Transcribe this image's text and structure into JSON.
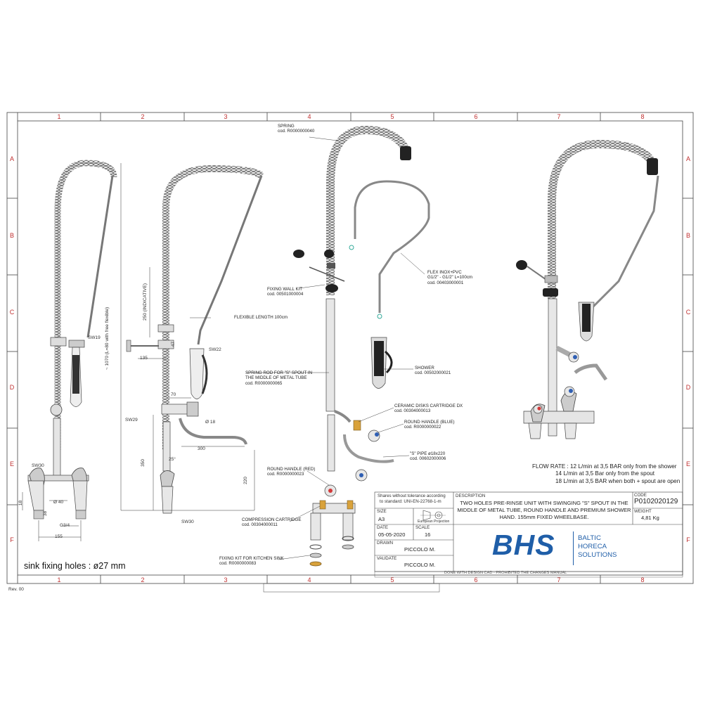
{
  "frame": {
    "columns": [
      "1",
      "2",
      "3",
      "4",
      "5",
      "6",
      "7",
      "8"
    ],
    "rows": [
      "A",
      "B",
      "C",
      "D",
      "E",
      "F"
    ]
  },
  "revision": "Rev. 00",
  "sink_note": "sink fixing holes : ø27 mm",
  "parts": {
    "spring": {
      "name": "SPRING",
      "code": "cod. R0000000040"
    },
    "fixing_wall_kit": {
      "name": "FIXING WALL KIT",
      "code": "cod. 00501000004"
    },
    "flex": {
      "name": "FLEX INOX+PVC",
      "spec": "G1/2\" - G1/2\" L=100cm",
      "code": "cod. 00403000001"
    },
    "spring_rod": {
      "name_1": "SPRING ROD FOR \"S\" SPOUT IN",
      "name_2": "THE MIDDLE OF METAL TUBE",
      "code": "cod. R0000000065"
    },
    "shower": {
      "name": "SHOWER",
      "code": "cod. 00502000021"
    },
    "ceramic": {
      "name": "CERAMIC DISKS CARTRIDGE DX",
      "code": "cod. 00304000013"
    },
    "handle_blue": {
      "name": "ROUND HANDLE (BLUE)",
      "code": "cod. R0000000022"
    },
    "s_pipe": {
      "name": "\"S\" PIPE ø18x220",
      "code": "cod. 00602000006"
    },
    "handle_red": {
      "name": "ROUND HANDLE (RED)",
      "code": "cod. R0000000023"
    },
    "compression": {
      "name": "COMPRESSION CARTRIDGE",
      "code": "cod. 00304000011"
    },
    "sink_kit": {
      "name": "FIXING KIT FOR KITCHEN SINK",
      "code": "cod. R0000000083"
    }
  },
  "dimensions": {
    "sw19": "SW19",
    "sw30_a": "SW30",
    "sw30_b": "SW30",
    "sw22": "SW22",
    "sw29": "SW29",
    "d40": "Ø 40",
    "g34": "G3/4",
    "w155": "155",
    "h18": "18",
    "h38": "38",
    "w135": "135",
    "h47": "47",
    "w70": "70",
    "d18": "Ø 18",
    "w300": "300",
    "h350": "350",
    "h220": "220",
    "a25": "25°",
    "h250": "250 (INDICATIVE)",
    "h1070": "~ 1070 (L=80 with free flexible)",
    "flexible_length": "FLEXIBLE LENGTH 100cm"
  },
  "flow_rate": {
    "line1": "FLOW RATE :  12 L/min at 3,5 BAR only from the shower",
    "line2": "14 L/min at 3,5 Bar only from the spout",
    "line3": "18 L/min at 3,5 BAR when both + spout are open"
  },
  "title_block": {
    "tolerance_1": "Shares without tolerance according",
    "tolerance_2": "to standard: UNI-EN-22768-1-m",
    "description_label": "DESCRIPTION",
    "description": "TWO HOLES PRE-RINSE UNIT WITH SWINGING \"S\" SPOUT IN THE MIDDLE OF METAL TUBE, ROUND HANDLE AND PREMIUM SHOWER HAND. 155mm FIXED WHEELBASE.",
    "code_label": "CODE",
    "code": "P0102020129",
    "weight_label": "WEIGHT",
    "weight": "4,81 Kg",
    "size_label": "SIZE",
    "size": "A3",
    "projection": "European Projection",
    "date_label": "DATE",
    "date": "05-05-2020",
    "scale_label": "SCALE",
    "scale": "16",
    "drawn_label": "DRAWN",
    "drawn": "PICCOLO M.",
    "validate_label": "VAUDATE",
    "validate": "PICCOLO M.",
    "footer": "DONE WITH DESIGN CAD - PROHIBITED THE CHANGES MANUAL"
  },
  "logo": {
    "mark": "BHS",
    "line1": "BALTIC",
    "line2": "HORECA",
    "line3": "SOLUTIONS"
  },
  "colors": {
    "brand": "#1f5ea8",
    "zone_marks": "#c03030",
    "handle_red": "#d23a3a",
    "handle_blue": "#2f5fb3",
    "cartridge": "#d9a23b"
  }
}
